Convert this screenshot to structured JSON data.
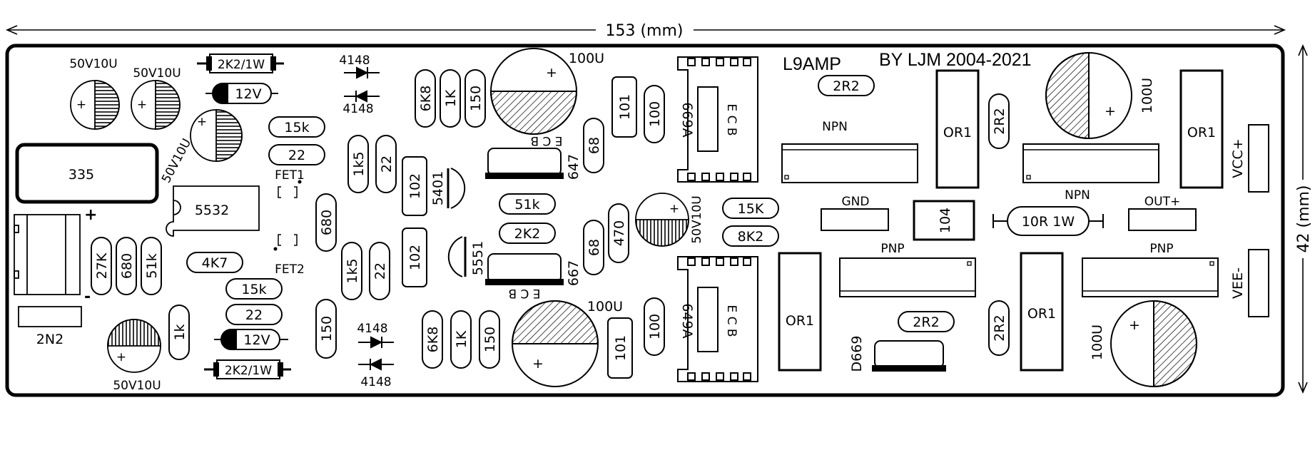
{
  "dimensions": {
    "width_label": "153 (mm)",
    "height_label": "42 (mm)"
  },
  "title": {
    "name": "L9AMP",
    "byline": "BY LJM 2004-2021"
  },
  "areas": {
    "big_cap": "335",
    "ic": "5532",
    "cap_2n2": "2N2"
  },
  "electrolytics": {
    "c1": "50V10U",
    "c2": "50V10U",
    "c3": "50V10U",
    "c4": "50V10U",
    "c5": "50V10U",
    "top_100u": "100U",
    "bottom_100u": "100U",
    "right_top_100u": "100U",
    "right_bottom_100u": "100U"
  },
  "resistors": {
    "r_2k2_1w_top": "2K2/1W",
    "z_12v_top": "12V",
    "r_15k_a": "15k",
    "r_22_a": "22",
    "r_27k": "27K",
    "r_680_a": "680",
    "r_51k_a": "51k",
    "r_4k7": "4K7",
    "r_15k_b": "15k",
    "r_22_b": "22",
    "z_12v_bottom": "12V",
    "r_2k2_1w_bottom": "2K2/1W",
    "r_1k_left": "1k",
    "r_680_b": "680",
    "r_150_left": "150",
    "r_1k5_a": "1k5",
    "r_22_c": "22",
    "r_1k5_b": "1k5",
    "r_22_d": "22",
    "r_102_a": "102",
    "r_102_b": "102",
    "r_6k8_a": "6K8",
    "r_1k_a": "1K",
    "r_150_a": "150",
    "r_6k8_b": "6K8",
    "r_1k_b": "1K",
    "r_150_b": "150",
    "r_51k_mid": "51k",
    "r_2k2_mid": "2K2",
    "r_68_a": "68",
    "r_68_b": "68",
    "r_470": "470",
    "r_101_a": "101",
    "r_100_a": "100",
    "r_101_b": "101",
    "r_100_b": "100",
    "r_15k_right": "15K",
    "r_8k2": "8K2",
    "r_2r2_a": "2R2",
    "r_2r2_b": "2R2",
    "r_2r2_c": "2R2",
    "r_2r2_d": "2R2",
    "r_10r": "10R 1W",
    "r_104": "104"
  },
  "diodes": {
    "d1": "4148",
    "d2": "4148",
    "d3": "4148",
    "d4": "4148"
  },
  "transistors": {
    "fet1": "FET1",
    "fet2": "FET2",
    "q_5401": "5401",
    "q_5551": "5551",
    "q_647": "647",
    "q_667": "667",
    "ecb": "E C B",
    "q_b669a": "669A",
    "q_a649a": "649A",
    "q_d669": "D669",
    "npn_1": "NPN",
    "npn_2": "NPN",
    "pnp_1": "PNP",
    "pnp_2": "PNP"
  },
  "emitter_resistors": {
    "e1": "OR1",
    "e2": "OR1",
    "e3": "OR1",
    "e4": "OR1"
  },
  "terminals": {
    "gnd": "GND",
    "out": "OUT+",
    "vcc": "VCC+",
    "vee": "VEE-"
  },
  "markings": {
    "plus": "+",
    "minus": "-"
  }
}
